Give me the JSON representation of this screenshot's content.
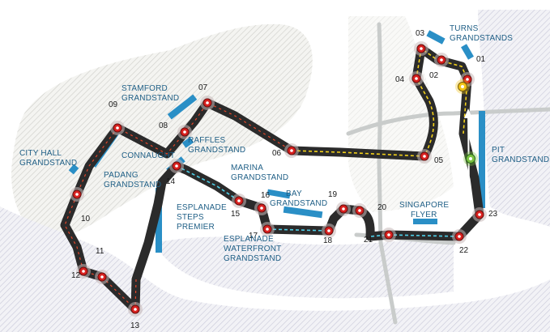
{
  "map": {
    "turns": [
      {
        "id": "t01",
        "label": "01"
      },
      {
        "id": "t02",
        "label": "02"
      },
      {
        "id": "t03",
        "label": "03"
      },
      {
        "id": "t04",
        "label": "04"
      },
      {
        "id": "t05",
        "label": "05"
      },
      {
        "id": "t06",
        "label": "06"
      },
      {
        "id": "t07",
        "label": "07"
      },
      {
        "id": "t08",
        "label": "08"
      },
      {
        "id": "t09",
        "label": "09"
      },
      {
        "id": "t10",
        "label": "10"
      },
      {
        "id": "t11",
        "label": "11"
      },
      {
        "id": "t12",
        "label": "12"
      },
      {
        "id": "t13",
        "label": "13"
      },
      {
        "id": "t14",
        "label": "14"
      },
      {
        "id": "t15",
        "label": "15"
      },
      {
        "id": "t16",
        "label": "16"
      },
      {
        "id": "t17",
        "label": "17"
      },
      {
        "id": "t18",
        "label": "18"
      },
      {
        "id": "t19",
        "label": "19"
      },
      {
        "id": "t20",
        "label": "20"
      },
      {
        "id": "t21",
        "label": "21"
      },
      {
        "id": "t22",
        "label": "22"
      },
      {
        "id": "t23",
        "label": "23"
      }
    ],
    "grandstands": {
      "turns": [
        "TURNS",
        "GRANDSTANDS"
      ],
      "stamford": [
        "STAMFORD",
        "GRANDSTAND"
      ],
      "city_hall": [
        "CITY HALL",
        "GRANDSTAND"
      ],
      "padang": [
        "PADANG",
        "GRANDSTAND"
      ],
      "connaught": [
        "CONNAUGHT"
      ],
      "raffles": [
        "RAFFLES",
        "GRANDSTAND"
      ],
      "marina": [
        "MARINA",
        "GRANDSTAND"
      ],
      "bay": [
        "BAY",
        "GRANDSTAND"
      ],
      "esplanade_steps": [
        "ESPLANADE",
        "STEPS",
        "PREMIER"
      ],
      "esplanade_waterfront": [
        "ESPLANADE",
        "WATERFRONT",
        "GRANDSTAND"
      ],
      "singapore_flyer": [
        "SINGAPORE",
        "FLYER"
      ],
      "pit": [
        "PIT",
        "GRANDSTAND"
      ]
    },
    "colors": {
      "track": "#2b2b2b",
      "stand": "#2a8fc6",
      "label": "#1f5f86",
      "turn_marker": "#d8201e",
      "drs_yellow": "#f4d21a",
      "drs_cyan": "#4fd0e8",
      "start_marker": "#7cc243",
      "pit_marker": "#f2c416",
      "land_hatch": "#c9c9c9"
    }
  }
}
